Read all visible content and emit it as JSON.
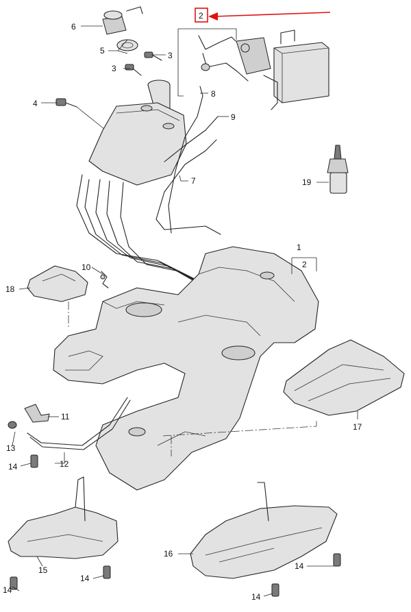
{
  "callouts": [
    {
      "id": "c1",
      "label": "1"
    },
    {
      "id": "c2a",
      "label": "2"
    },
    {
      "id": "c2b",
      "label": "2"
    },
    {
      "id": "c3a",
      "label": "3"
    },
    {
      "id": "c3b",
      "label": "3"
    },
    {
      "id": "c4",
      "label": "4"
    },
    {
      "id": "c5",
      "label": "5"
    },
    {
      "id": "c6",
      "label": "6"
    },
    {
      "id": "c7",
      "label": "7"
    },
    {
      "id": "c8",
      "label": "8"
    },
    {
      "id": "c9",
      "label": "9"
    },
    {
      "id": "c10",
      "label": "10"
    },
    {
      "id": "c11",
      "label": "11"
    },
    {
      "id": "c12",
      "label": "12"
    },
    {
      "id": "c13",
      "label": "13"
    },
    {
      "id": "c14a",
      "label": "14"
    },
    {
      "id": "c14b",
      "label": "14"
    },
    {
      "id": "c14c",
      "label": "14"
    },
    {
      "id": "c14d",
      "label": "14"
    },
    {
      "id": "c14e",
      "label": "14"
    },
    {
      "id": "c15",
      "label": "15"
    },
    {
      "id": "c16",
      "label": "16"
    },
    {
      "id": "c17",
      "label": "17"
    },
    {
      "id": "c18",
      "label": "18"
    },
    {
      "id": "c19",
      "label": "19"
    }
  ],
  "highlight": {
    "label": "2",
    "color": "#e01010"
  }
}
